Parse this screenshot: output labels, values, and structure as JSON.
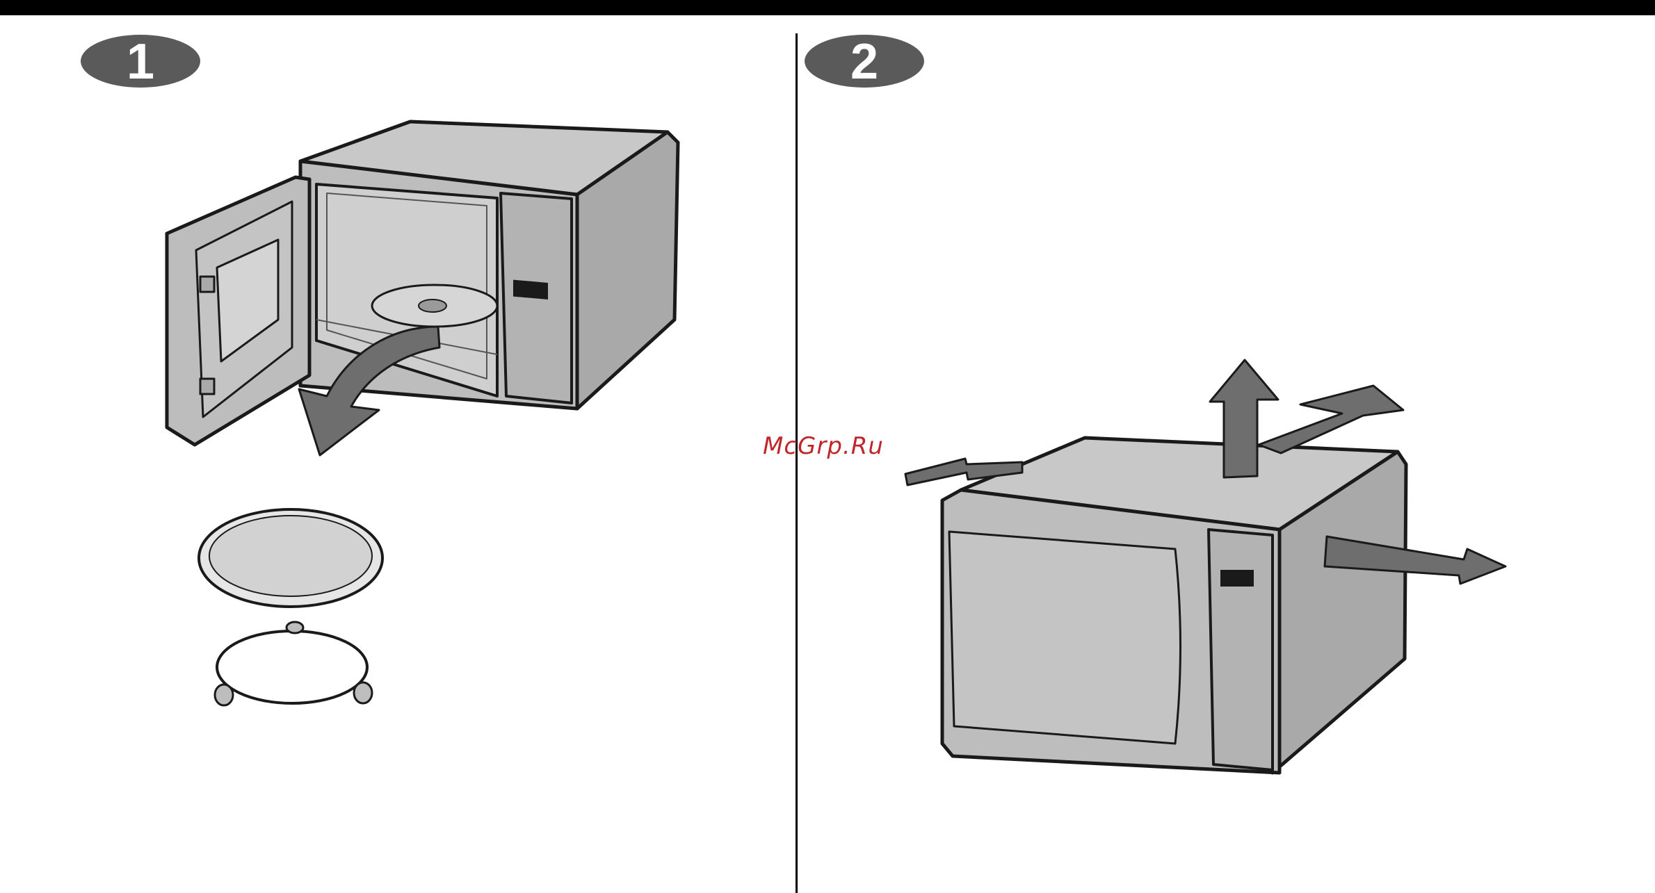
{
  "watermark": "McGrp.Ru",
  "steps": [
    {
      "number": "1"
    },
    {
      "number": "2"
    }
  ],
  "colors": {
    "body_fill": "#bdbdbd",
    "body_dark": "#a9a9a9",
    "outline": "#1a1a1a",
    "arrow_fill": "#6e6e6e",
    "plate_fill": "#d9d9d9",
    "badge_fill": "#5a5a5a",
    "watermark": "#c0272d"
  },
  "icons": [
    "curved-arrow-icon",
    "arrow-up-icon",
    "arrow-back-left-icon",
    "arrow-back-right-icon",
    "arrow-right-icon"
  ]
}
